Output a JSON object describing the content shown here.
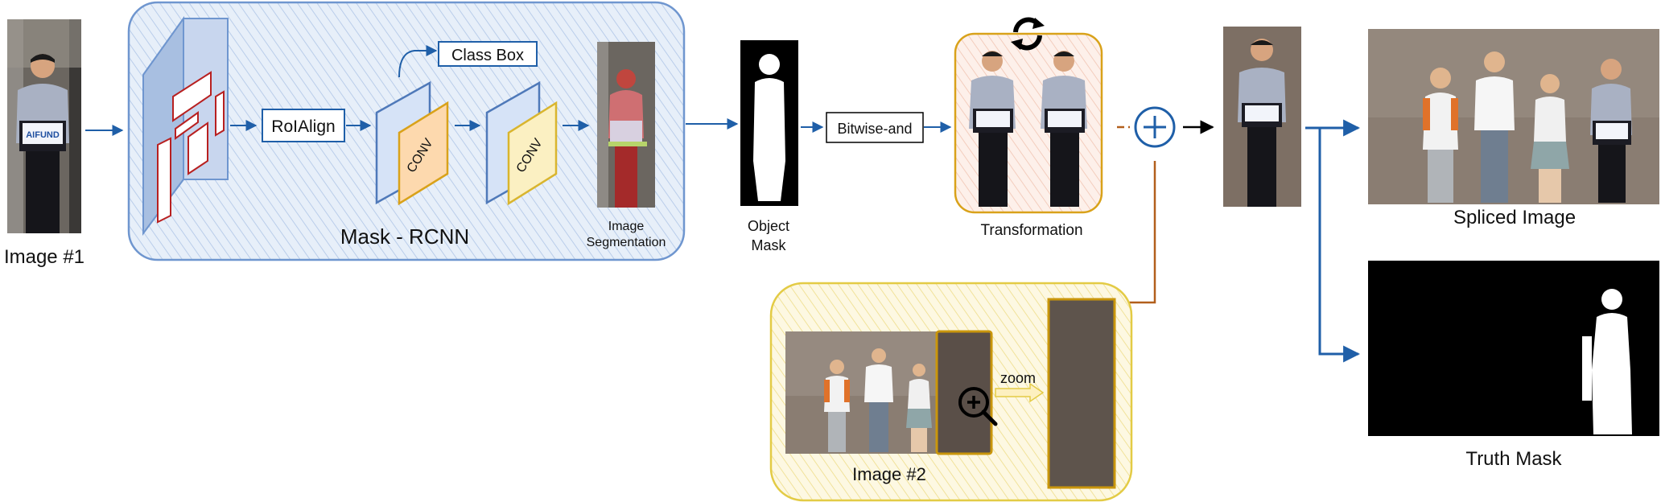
{
  "labels": {
    "image1": "Image #1",
    "roialign": "RoIAlign",
    "classbox": "Class Box",
    "conv1": "CONV",
    "conv2": "CONV",
    "mask_rcnn": "Mask - RCNN",
    "image_seg_line1": "Image",
    "image_seg_line2": "Segmentation",
    "object_mask_line1": "Object",
    "object_mask_line2": "Mask",
    "bitwise_and": "Bitwise-and",
    "transformation": "Transformation",
    "image2": "Image #2",
    "zoom": "zoom",
    "spliced_image": "Spliced Image",
    "truth_mask": "Truth Mask"
  },
  "colors": {
    "arrow_blue": "#1f5fa8",
    "mask_rcnn_border": "#6f96cf",
    "mask_rcnn_fill": "#dfe9f7",
    "transformation_border": "#d9a21a",
    "transformation_fill": "#fbe6df",
    "image2_border": "#e3cb45",
    "image2_fill": "#fbf5d3",
    "conv_orange": "#fdd9ae",
    "conv_yellow": "#fbf0c2",
    "plus_connector": "#b25f1c",
    "black": "#000000"
  },
  "icons": {
    "rotate": "rotate-arrows-icon",
    "zoom": "zoom-in-icon",
    "plus": "add-circle-icon"
  }
}
